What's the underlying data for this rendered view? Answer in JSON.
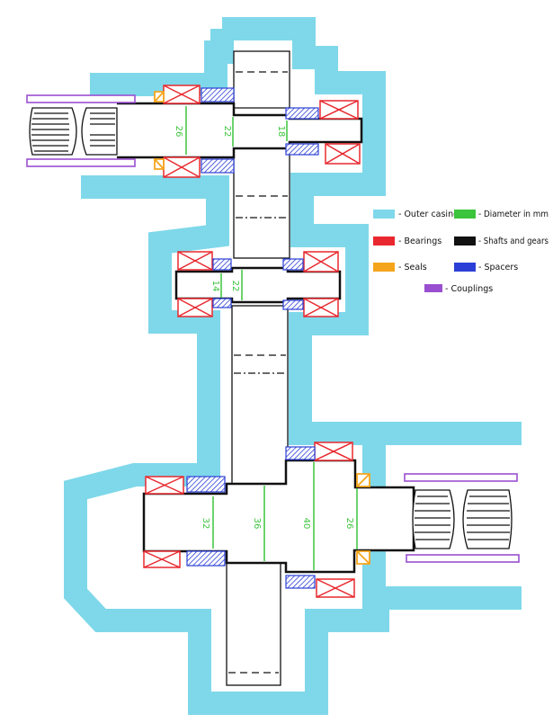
{
  "colors": {
    "casing": "#7fd8ea",
    "bearing": "#e8282e",
    "seal": "#f5a51c",
    "spacer": "#2b3fd6",
    "shaft": "#111111",
    "dimension": "#3cc43c",
    "coupling": "#9a4fd0"
  },
  "legend": [
    {
      "label": "- Outer casing",
      "color": "#7fd8ea"
    },
    {
      "label": "- Diameter in mm",
      "color": "#3cc43c"
    },
    {
      "label": "- Bearings",
      "color": "#e8282e"
    },
    {
      "label": "- Shafts and gears",
      "color": "#111111"
    },
    {
      "label": "- Seals",
      "color": "#f5a51c"
    },
    {
      "label": "- Spacers",
      "color": "#2b3fd6"
    },
    {
      "label": "- Couplings",
      "color": "#9a4fd0"
    }
  ],
  "dimensions": {
    "input_shaft": [
      "26",
      "22",
      "18"
    ],
    "intermediate_shaft": [
      "14",
      "22"
    ],
    "output_shaft": [
      "32",
      "36",
      "40",
      "26"
    ]
  }
}
